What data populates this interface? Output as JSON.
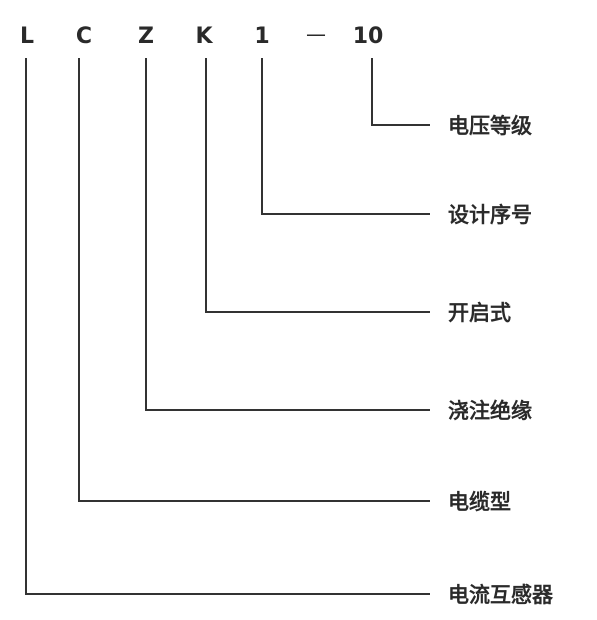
{
  "colors": {
    "text": "#2a2a2a",
    "line": "#333333"
  },
  "code": {
    "letters": [
      "L",
      "C",
      "Z",
      "K",
      "1",
      "10"
    ],
    "dash": "—"
  },
  "meanings": [
    {
      "code": "10",
      "label": "电压等级"
    },
    {
      "code": "1",
      "label": "设计序号"
    },
    {
      "code": "K",
      "label": "开启式"
    },
    {
      "code": "Z",
      "label": "浇注绝缘"
    },
    {
      "code": "C",
      "label": "电缆型"
    },
    {
      "code": "L",
      "label": "电流互感器"
    }
  ]
}
